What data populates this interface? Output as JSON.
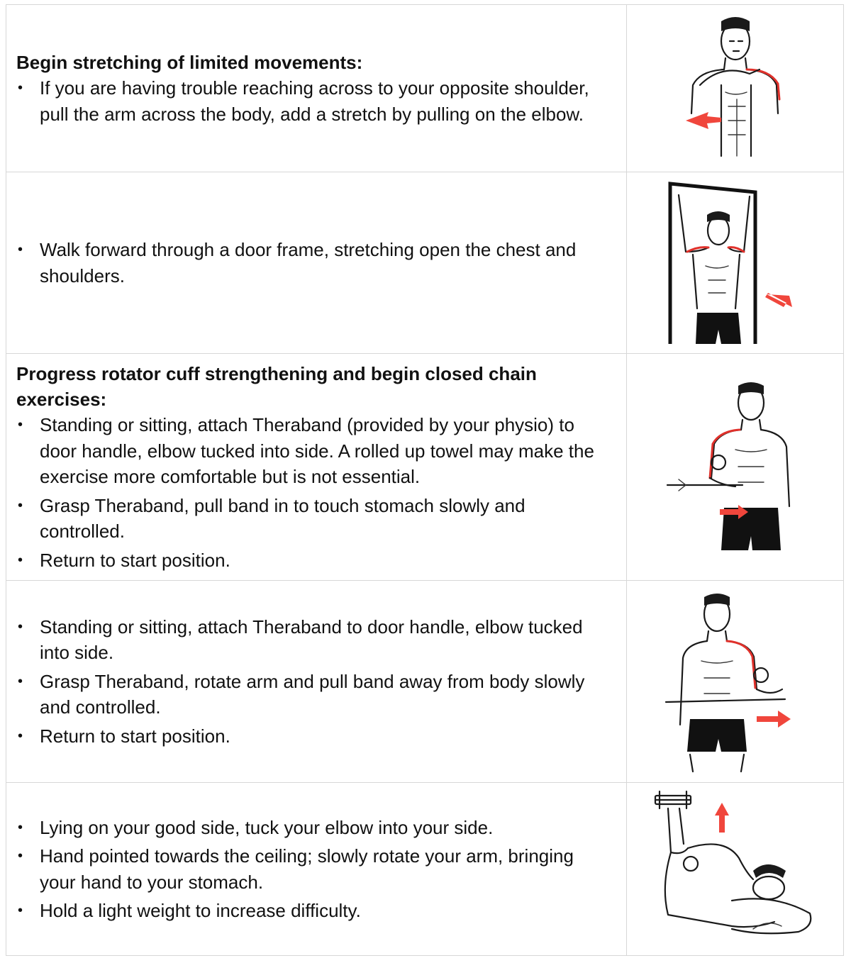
{
  "rows": [
    {
      "heading": "Begin stretching of limited movements:",
      "bullets": [
        "If you are having trouble reaching across to your opposite shoulder, pull the arm across the body, add a stretch by pulling on the elbow."
      ],
      "illustration": "cross-body-shoulder-stretch-figure"
    },
    {
      "heading": "",
      "bullets": [
        "Walk forward through a door frame, stretching open the chest and shoulders."
      ],
      "illustration": "doorway-chest-stretch-figure"
    },
    {
      "heading": "Progress rotator cuff strengthening and begin closed chain exercises:",
      "bullets": [
        "Standing or sitting, attach Theraband (provided by your physio) to door handle, elbow tucked into side. A rolled up towel may make the exercise more comfortable but is not essential.",
        "Grasp Theraband, pull band in to touch stomach slowly and controlled.",
        "Return to start position."
      ],
      "illustration": "theraband-internal-rotation-figure"
    },
    {
      "heading": "",
      "bullets": [
        "Standing or sitting, attach Theraband to door handle, elbow tucked into side.",
        "Grasp Theraband, rotate arm and pull band away from body slowly and controlled.",
        "Return to start position."
      ],
      "illustration": "theraband-external-rotation-figure"
    },
    {
      "heading": "",
      "bullets": [
        "Lying on your good side, tuck your elbow into your side.",
        "Hand pointed towards the ceiling; slowly rotate your arm, bringing your hand to your stomach.",
        "Hold a light weight to increase difficulty."
      ],
      "illustration": "side-lying-dumbbell-rotation-figure"
    }
  ],
  "colors": {
    "border": "#d7d7d7",
    "accent_arrow": "#f0463c",
    "muscle_highlight": "#e0312b"
  }
}
